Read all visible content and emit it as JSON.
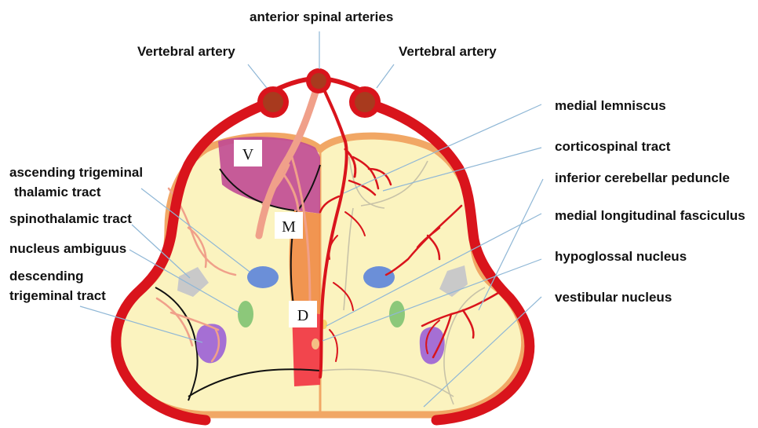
{
  "labels": {
    "anterior_spinal_arteries": "anterior spinal arteries",
    "vertebral_artery_left": "Vertebral artery",
    "vertebral_artery_right": "Vertebral artery",
    "ascending_trigeminal_line1": "ascending trigeminal",
    "ascending_trigeminal_line2": "thalamic tract",
    "spinothalamic_tract": "spinothalamic tract",
    "nucleus_ambiguus": "nucleus ambiguus",
    "descending_trigeminal_line1": "descending",
    "descending_trigeminal_line2": "trigeminal tract",
    "medial_lemniscus": "medial lemniscus",
    "corticospinal_tract": "corticospinal tract",
    "inferior_cerebellar_peduncle": "inferior cerebellar peduncle",
    "medial_longitudinal_fasciculus": "medial longitudinal fasciculus",
    "hypoglossal_nucleus": "hypoglossal nucleus",
    "vestibular_nucleus": "vestibular nucleus"
  },
  "territory_boxes": {
    "v": "V",
    "m": "M",
    "d": "D"
  },
  "colors": {
    "artery": "#d9141c",
    "artery_light": "#f0a08a",
    "medulla_fill": "#fbf3bf",
    "medulla_outline": "#f1a765",
    "territory_v": "#c04a94",
    "territory_m": "#f08b45",
    "territory_d": "#f2454d",
    "nucleus_blue": "#6b8fd8",
    "nucleus_gray": "#c9c9c9",
    "nucleus_green": "#8cc87a",
    "nucleus_purple": "#a56fd4",
    "leader_line": "#8fb7d6"
  }
}
